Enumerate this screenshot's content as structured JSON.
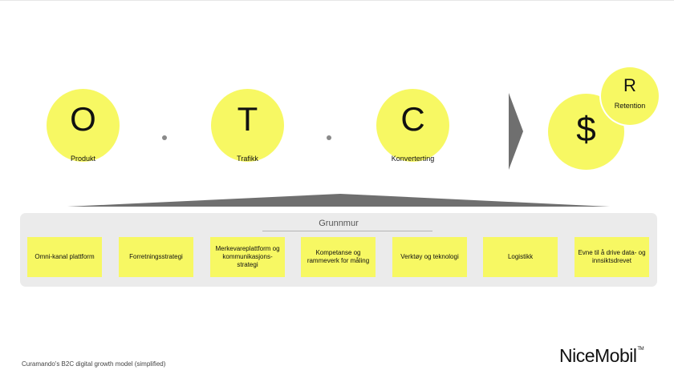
{
  "steps": [
    {
      "letter": "O",
      "label": "Produkt"
    },
    {
      "letter": "T",
      "label": "Trafikk"
    },
    {
      "letter": "C",
      "label": "Konverterting"
    }
  ],
  "result": {
    "letter": "$"
  },
  "retention": {
    "letter": "R",
    "label": "Retention"
  },
  "foundation": {
    "title": "Grunnmur",
    "items": [
      "Omni-kanal plattform",
      "Forretningsstrategi",
      "Merkevareplattform og kommunikasjons-strategi",
      "Kompetanse og rammeverk for måling",
      "Verktøy og teknologi",
      "Logistikk",
      "Evne til å drive data- og innsiktsdrevet"
    ]
  },
  "caption": "Curamando's B2C digital growth model (simplified)",
  "logo": {
    "text": "NiceMobil",
    "mark": "TM"
  },
  "colors": {
    "circle": "#f7f863",
    "box": "#f7f863",
    "panel": "#ebebeb",
    "arrow": "#6f6f6f"
  }
}
